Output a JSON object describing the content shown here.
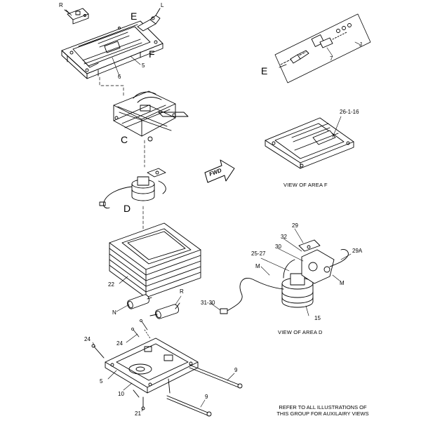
{
  "area_letters": {
    "e_top": "E",
    "f_top": "F",
    "c": "C",
    "d": "D",
    "e_inset": "E"
  },
  "callouts": {
    "r_top": "R",
    "l_top": "L",
    "five_top": "5",
    "six_top": "6",
    "seven": "7",
    "j": "J",
    "ref_26_1_16": "26-1-16",
    "twenty_two": "22",
    "r_mid": "R",
    "n": "N",
    "twenty_four_a": "24",
    "twenty_four_b": "24",
    "five_bottom": "5",
    "ten": "10",
    "twenty_one": "21",
    "nine_a": "9",
    "nine_b": "9",
    "thirty_one_thirty": "31-30",
    "twenty_nine": "29",
    "thirty_two": "32",
    "thirty": "30",
    "twenty_five_twenty_seven": "25-27",
    "twenty_nine_a": "29A",
    "m_left": "M",
    "m_right": "M",
    "fifteen": "15"
  },
  "fwd_arrow": "FWD",
  "captions": {
    "view_f": "VIEW OF AREA  F",
    "view_d": "VIEW OF AREA D"
  },
  "note": {
    "line1": "REFER TO ALL ILLUSTRATIONS OF",
    "line2": "THIS GROUP FOR AUXILAIRY VIEWS"
  }
}
